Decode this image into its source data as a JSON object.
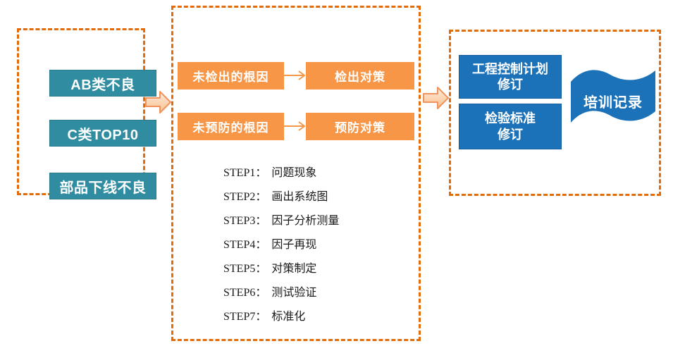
{
  "diagram": {
    "inputs": {
      "items": [
        "AB类不良",
        "C类TOP10",
        "部品下线不良"
      ]
    },
    "analysis": {
      "rows": [
        {
          "cause": "未检出的根因",
          "measure": "检出对策"
        },
        {
          "cause": "未预防的根因",
          "measure": "预防对策"
        }
      ],
      "steps": [
        {
          "id": "STEP1：",
          "text": "问题现象"
        },
        {
          "id": "STEP2：",
          "text": "画出系统图"
        },
        {
          "id": "STEP3：",
          "text": "因子分析测量"
        },
        {
          "id": "STEP4：",
          "text": "因子再现"
        },
        {
          "id": "STEP5：",
          "text": "对策制定"
        },
        {
          "id": "STEP6：",
          "text": "测试验证"
        },
        {
          "id": "STEP7：",
          "text": "标准化"
        }
      ]
    },
    "outputs": {
      "boxes": [
        {
          "line1": "工程控制计划",
          "line2": "修订"
        },
        {
          "line1": "检验标准",
          "line2": "修订"
        }
      ],
      "flag": "培训记录"
    },
    "colors": {
      "teal": "#308CA0",
      "orange": "#F79646",
      "dashed_border": "#E36C0A",
      "blue": "#1C72B8",
      "arrow_fill_top": "#FDEBDA",
      "arrow_fill_bottom": "#F9C08E",
      "arrow_outline": "#F0935C",
      "step_text": "#1a1a1a"
    }
  }
}
